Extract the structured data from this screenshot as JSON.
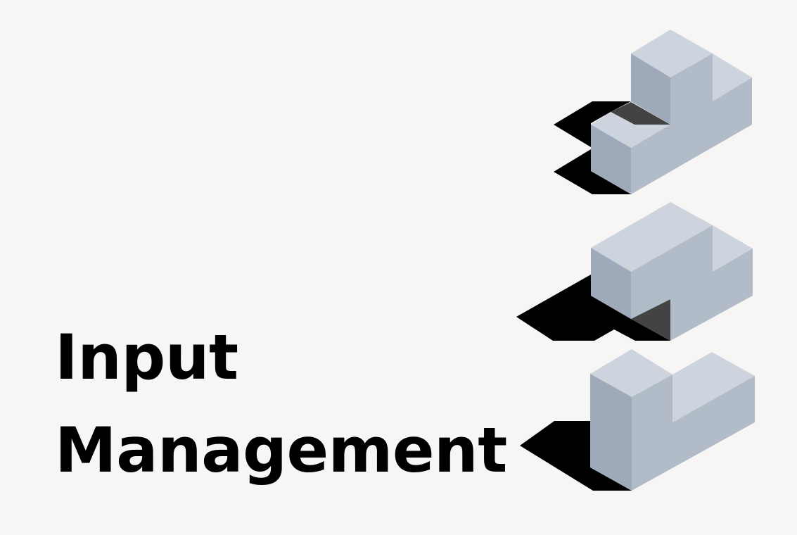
{
  "title": {
    "line1": "Input",
    "line2": "Management"
  },
  "colors": {
    "background": "#f7f6f4",
    "text": "#000000",
    "face_top": "#cdd4de",
    "face_left": "#9eaaba",
    "face_right": "#b2bcc9",
    "shadow": "#000000",
    "shadow_soft": "#434343"
  },
  "illustration": {
    "type": "isometric-blocks",
    "count": 3
  }
}
